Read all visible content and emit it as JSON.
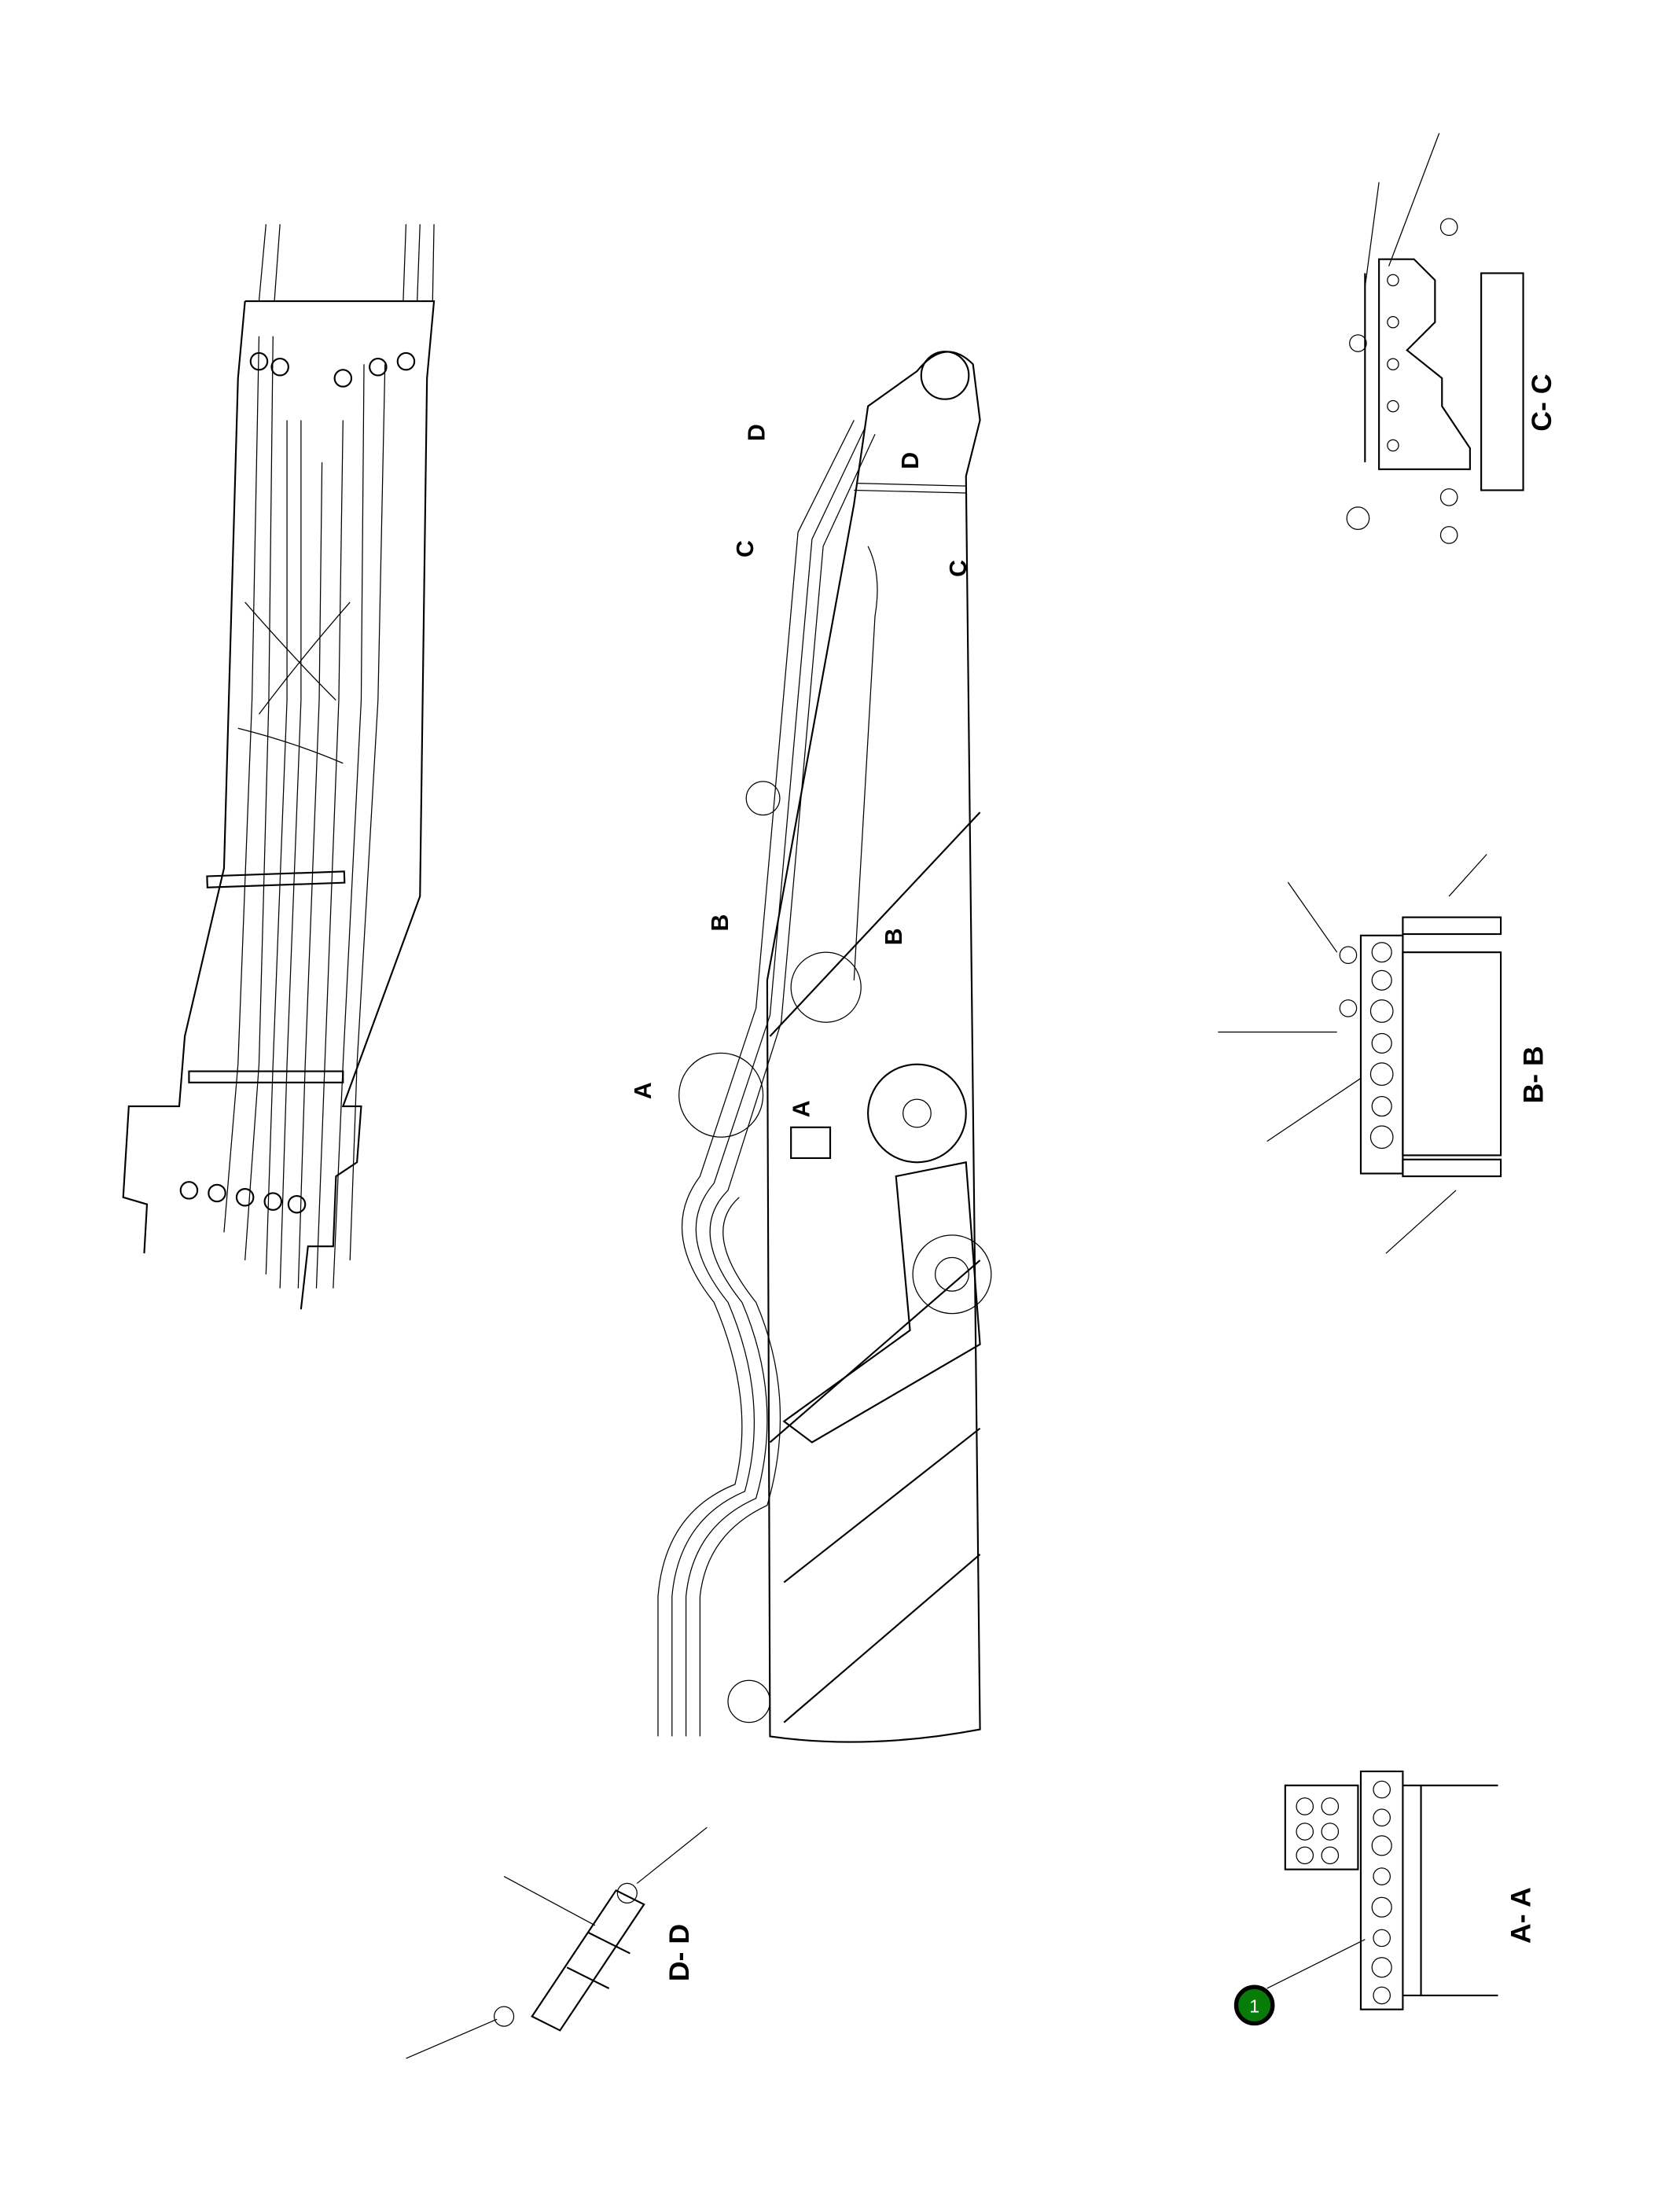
{
  "views": {
    "section_cc": "C- C",
    "section_bb": "B- B",
    "section_aa": "A- A",
    "section_dd": "D- D"
  },
  "section_markers": {
    "d1": "D",
    "d2": "D",
    "c1": "C",
    "c2": "C",
    "b1": "B",
    "b2": "B",
    "a1": "A",
    "a2": "A"
  },
  "callout": {
    "number": "1",
    "color": "#087c08"
  }
}
